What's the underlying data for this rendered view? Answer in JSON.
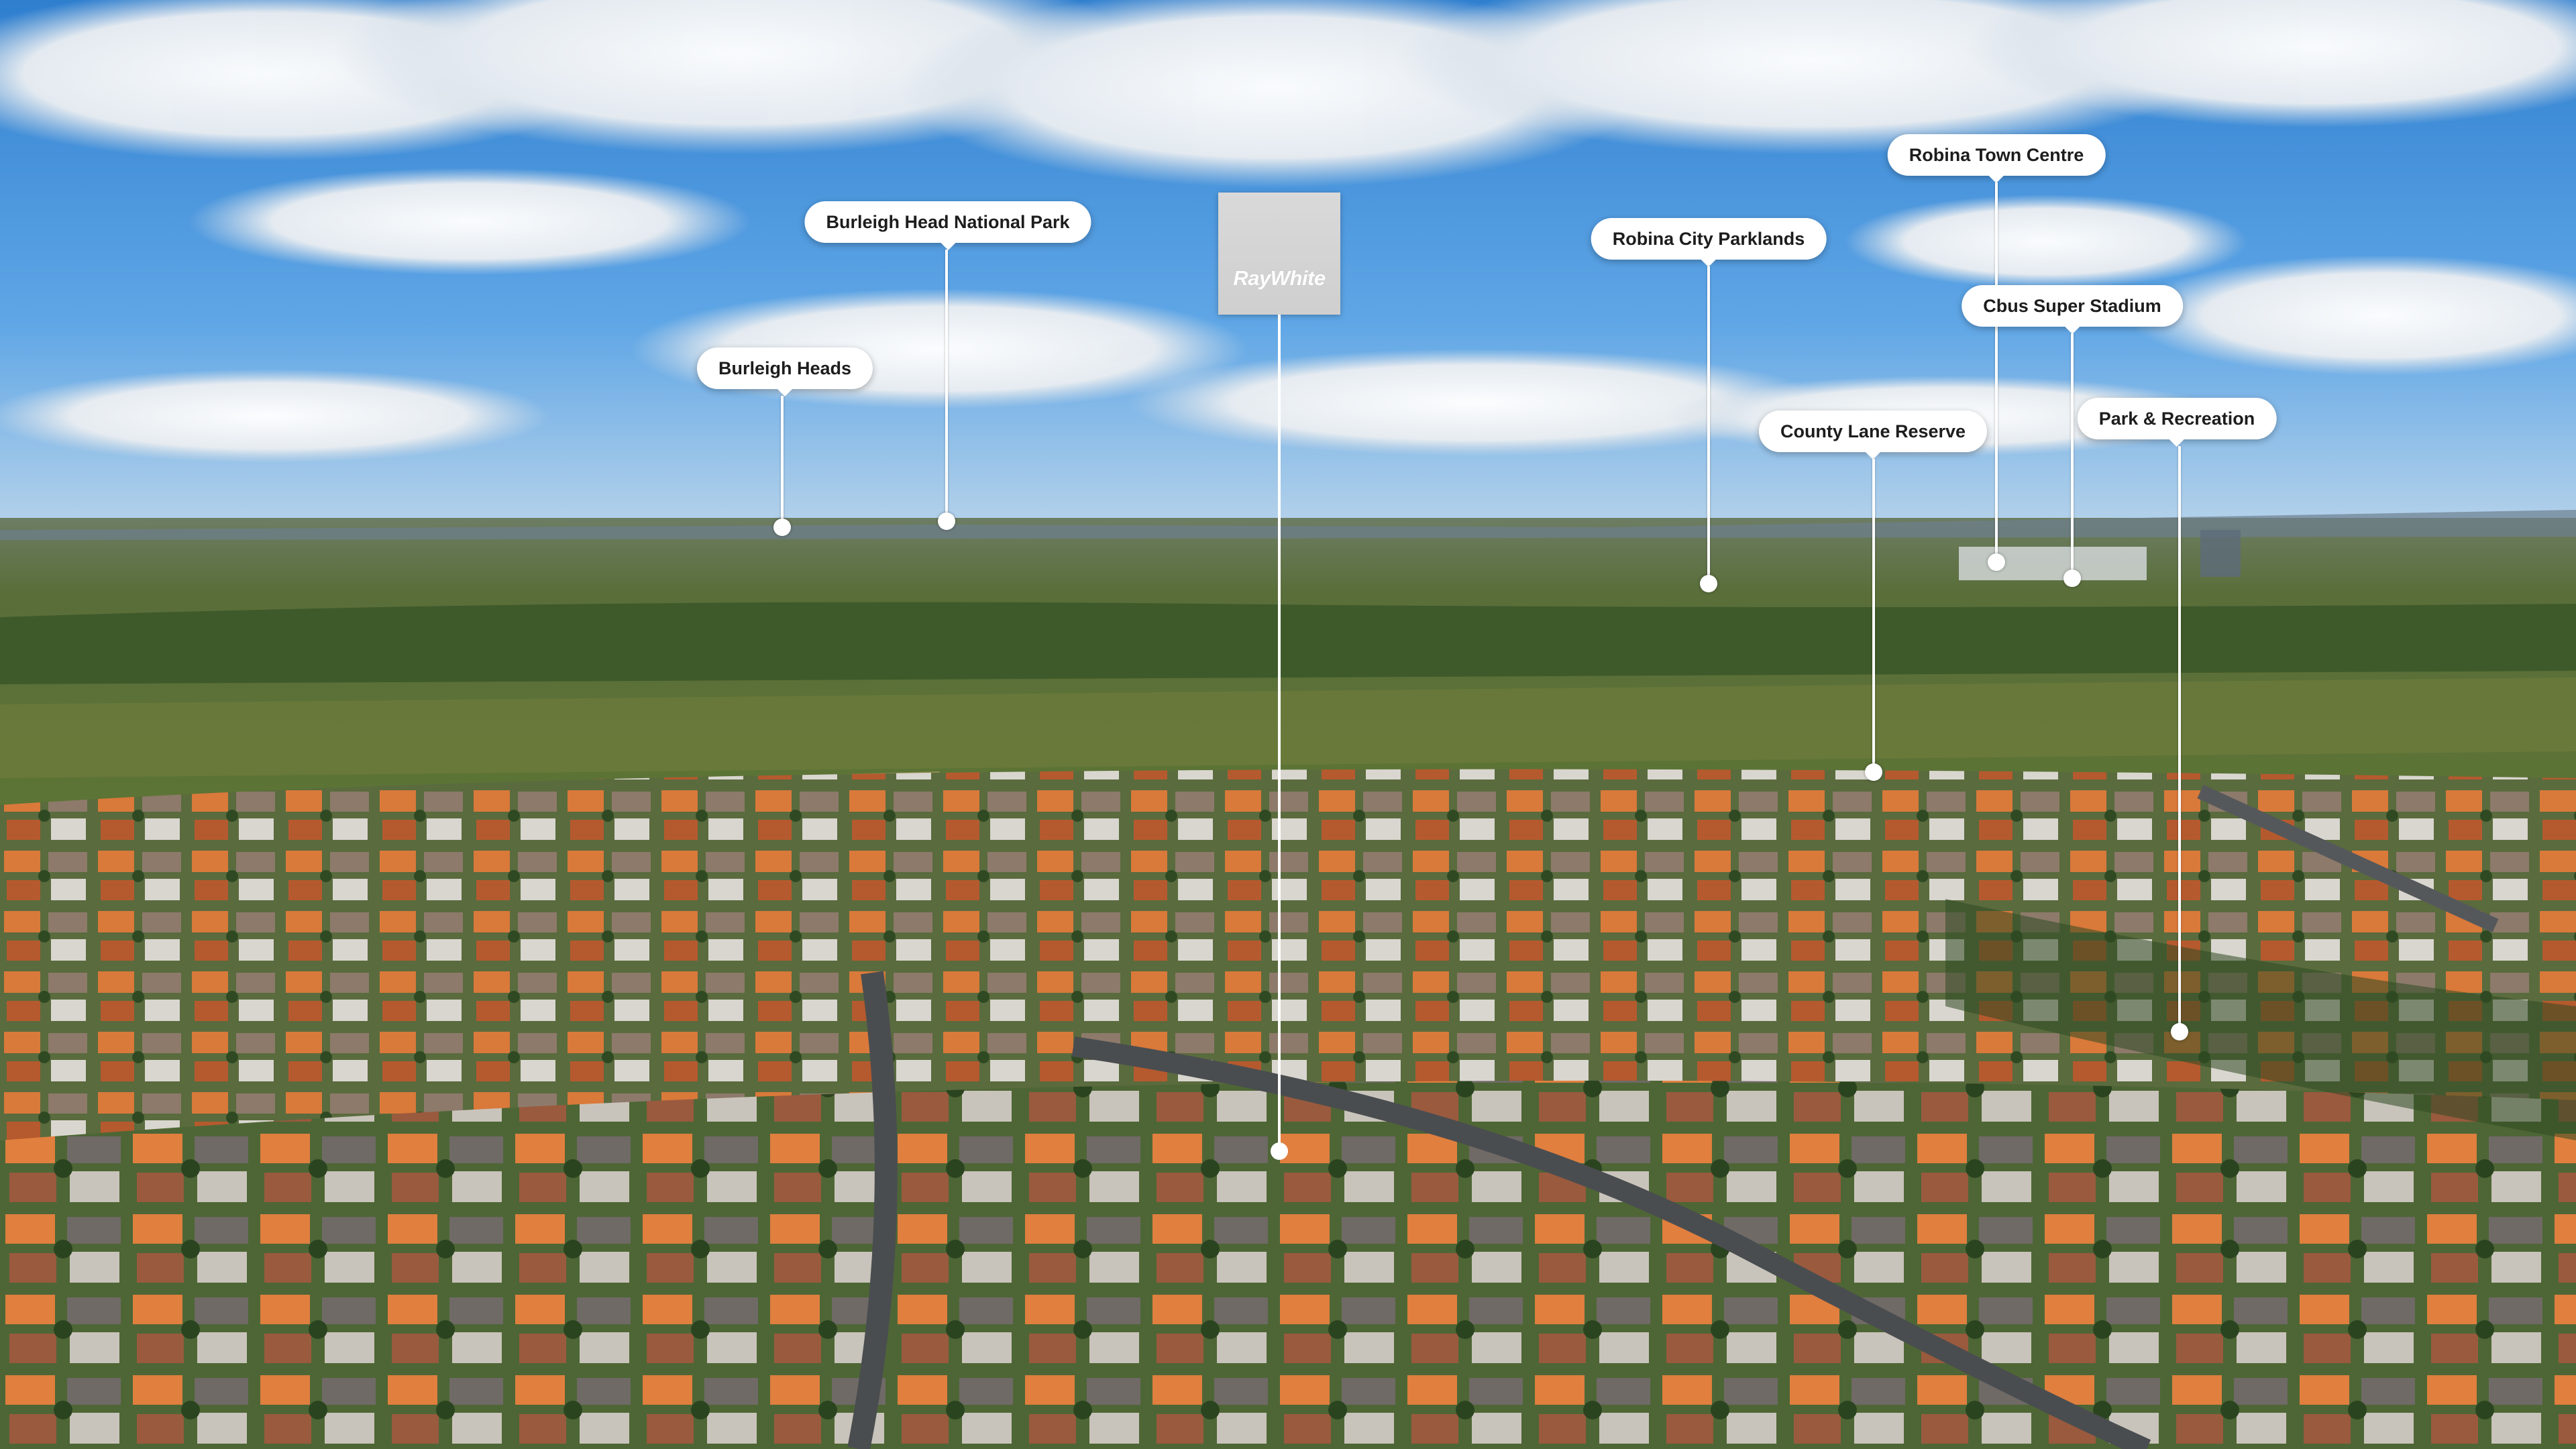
{
  "brand": {
    "logo_text": "RayWhite"
  },
  "callouts": [
    {
      "id": "burleigh-heads",
      "label": "Burleigh Heads"
    },
    {
      "id": "burleigh-head-national-park",
      "label": "Burleigh Head National Park"
    },
    {
      "id": "robina-city-parklands",
      "label": "Robina City Parklands"
    },
    {
      "id": "robina-town-centre",
      "label": "Robina Town Centre"
    },
    {
      "id": "cbus-super-stadium",
      "label": "Cbus Super Stadium"
    },
    {
      "id": "county-lane-reserve",
      "label": "County Lane Reserve"
    },
    {
      "id": "park-recreation",
      "label": "Park & Recreation"
    }
  ],
  "colors": {
    "sky": "#3f8fd8",
    "cloud": "#f2f4f6",
    "vegetation": "#4f6b2c",
    "roof_terracotta": "#d9793a",
    "callout": "#ffffff"
  }
}
